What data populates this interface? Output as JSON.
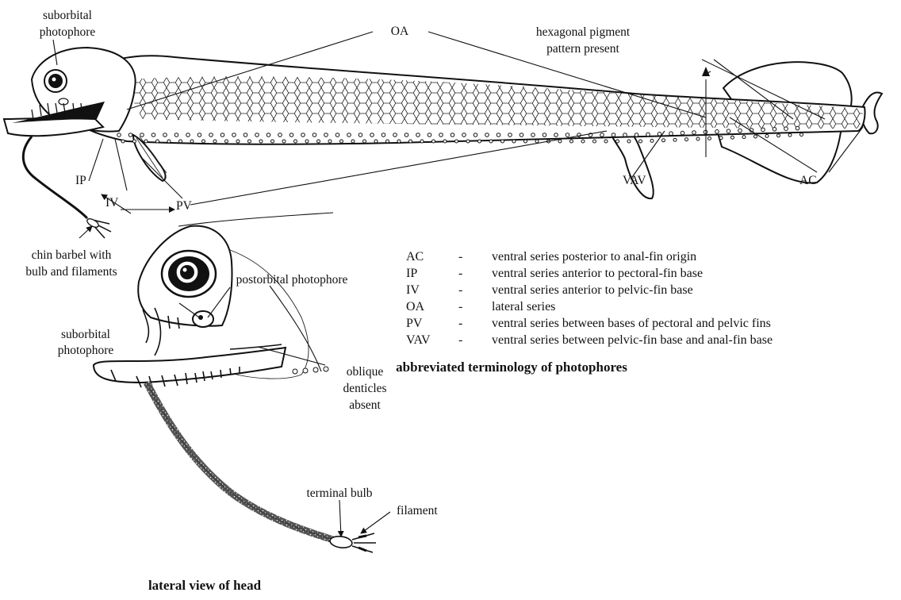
{
  "figure_a": {
    "labels": {
      "suborbital": [
        "suborbital",
        "photophore"
      ],
      "oa": "OA",
      "hexagonal": [
        "hexagonal pigment",
        "pattern present"
      ],
      "ip": "IP",
      "iv": "IV",
      "pv": "PV",
      "vav": "VAV",
      "ac": "AC",
      "chin_barbel": [
        "chin barbel with",
        "bulb and filaments"
      ]
    }
  },
  "legend": {
    "rows": [
      {
        "abbr": "AC",
        "dash": "-",
        "desc": "ventral series posterior to anal-fin origin"
      },
      {
        "abbr": "IP",
        "dash": "-",
        "desc": "ventral series anterior to pectoral-fin base"
      },
      {
        "abbr": "IV",
        "dash": "-",
        "desc": "ventral series anterior to pelvic-fin base"
      },
      {
        "abbr": "OA",
        "dash": "-",
        "desc": "lateral series"
      },
      {
        "abbr": "PV",
        "dash": "-",
        "desc": "ventral series between bases of pectoral and pelvic fins"
      },
      {
        "abbr": "VAV",
        "dash": "-",
        "desc": "ventral series between pelvic-fin base and anal-fin base"
      }
    ],
    "caption": "abbreviated terminology of photophores"
  },
  "figure_b": {
    "labels": {
      "postorbital": "postorbital photophore",
      "suborbital": [
        "suborbital",
        "photophore"
      ],
      "oblique": [
        "oblique",
        "denticles",
        "absent"
      ],
      "terminal_bulb": "terminal bulb",
      "filament": "filament"
    },
    "caption": "lateral view of head"
  }
}
